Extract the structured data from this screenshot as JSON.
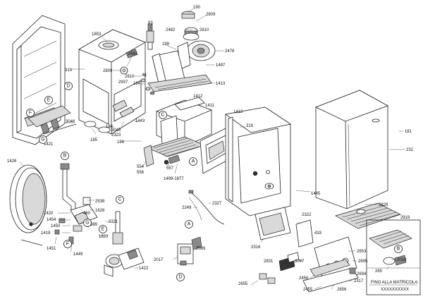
{
  "part_labels": [
    {
      "id": "190",
      "text": "190"
    },
    {
      "id": "2809",
      "text": "2809"
    },
    {
      "id": "2482",
      "text": "2482"
    },
    {
      "id": "2810a",
      "text": "2810"
    },
    {
      "id": "83",
      "text": "83"
    },
    {
      "id": "1853",
      "text": "1853"
    },
    {
      "id": "189",
      "text": "189"
    },
    {
      "id": "2478",
      "text": "2478"
    },
    {
      "id": "2480",
      "text": "2480"
    },
    {
      "id": "1497",
      "text": "1497"
    },
    {
      "id": "319a",
      "text": "319"
    },
    {
      "id": "2809b",
      "text": "2809"
    },
    {
      "id": "2810b",
      "text": "2810"
    },
    {
      "id": "44",
      "text": "44"
    },
    {
      "id": "2937",
      "text": "2937"
    },
    {
      "id": "184a",
      "text": "184"
    },
    {
      "id": "1413",
      "text": "1413"
    },
    {
      "id": "1412a",
      "text": "1412"
    },
    {
      "id": "1411",
      "text": "1411"
    },
    {
      "id": "1412b",
      "text": "1412"
    },
    {
      "id": "319b",
      "text": "319"
    },
    {
      "id": "3046",
      "text": "3046"
    },
    {
      "id": "1421",
      "text": "1421"
    },
    {
      "id": "184b",
      "text": "184"
    },
    {
      "id": "185",
      "text": "185"
    },
    {
      "id": "3045",
      "text": "3045"
    },
    {
      "id": "2323",
      "text": "2323"
    },
    {
      "id": "1443",
      "text": "1443"
    },
    {
      "id": "186",
      "text": "186"
    },
    {
      "id": "181",
      "text": "181"
    },
    {
      "id": "232",
      "text": "232"
    },
    {
      "id": "1426",
      "text": "1426"
    },
    {
      "id": "554",
      "text": "554"
    },
    {
      "id": "556",
      "text": "556"
    },
    {
      "id": "557",
      "text": "557"
    },
    {
      "id": "1499",
      "text": "1499-1877"
    },
    {
      "id": "1445",
      "text": "1445"
    },
    {
      "id": "2538",
      "text": "2538"
    },
    {
      "id": "2249",
      "text": "2249"
    },
    {
      "id": "2327",
      "text": "2327"
    },
    {
      "id": "2828",
      "text": "2828"
    },
    {
      "id": "1420",
      "text": "1420"
    },
    {
      "id": "1454",
      "text": "1454"
    },
    {
      "id": "1628",
      "text": "1628"
    },
    {
      "id": "460",
      "text": "460"
    },
    {
      "id": "1450",
      "text": "1450"
    },
    {
      "id": "599",
      "text": "599"
    },
    {
      "id": "2321",
      "text": "2321"
    },
    {
      "id": "2322",
      "text": "2322"
    },
    {
      "id": "2318",
      "text": "2318"
    },
    {
      "id": "1419",
      "text": "1419"
    },
    {
      "id": "1829",
      "text": "1829"
    },
    {
      "id": "433",
      "text": "433"
    },
    {
      "id": "1451",
      "text": "1451"
    },
    {
      "id": "1449",
      "text": "1449"
    },
    {
      "id": "2316",
      "text": "2316"
    },
    {
      "id": "2653",
      "text": "2653"
    },
    {
      "id": "2089",
      "text": "2089"
    },
    {
      "id": "2017",
      "text": "2017"
    },
    {
      "id": "2831",
      "text": "2831"
    },
    {
      "id": "3047",
      "text": "3047"
    },
    {
      "id": "2695",
      "text": "2695"
    },
    {
      "id": "1422",
      "text": "1422"
    },
    {
      "id": "2010",
      "text": "2010"
    },
    {
      "id": "265",
      "text": "265"
    },
    {
      "id": "2694",
      "text": "2694"
    },
    {
      "id": "2456",
      "text": "2456"
    },
    {
      "id": "2317",
      "text": "2317"
    },
    {
      "id": "2655",
      "text": "2655"
    },
    {
      "id": "2455",
      "text": "2455"
    },
    {
      "id": "2656",
      "text": "2656"
    }
  ],
  "ref_markers": [
    {
      "id": "D1",
      "text": "D"
    },
    {
      "id": "E1",
      "text": "E"
    },
    {
      "id": "F1",
      "text": "F"
    },
    {
      "id": "G1",
      "text": "G"
    },
    {
      "id": "C1",
      "text": "C"
    },
    {
      "id": "A1",
      "text": "A"
    },
    {
      "id": "B2",
      "text": "B"
    },
    {
      "id": "C2",
      "text": "C"
    },
    {
      "id": "E2",
      "text": "E"
    },
    {
      "id": "F2",
      "text": "F"
    },
    {
      "id": "G2",
      "text": "G"
    },
    {
      "id": "A2",
      "text": "A"
    },
    {
      "id": "D2",
      "text": "D"
    },
    {
      "id": "B1",
      "text": "B"
    }
  ],
  "serial_note": {
    "line1": "FINO ALLA MATRICOLA:",
    "line2": "XXXXXXXXXX"
  }
}
